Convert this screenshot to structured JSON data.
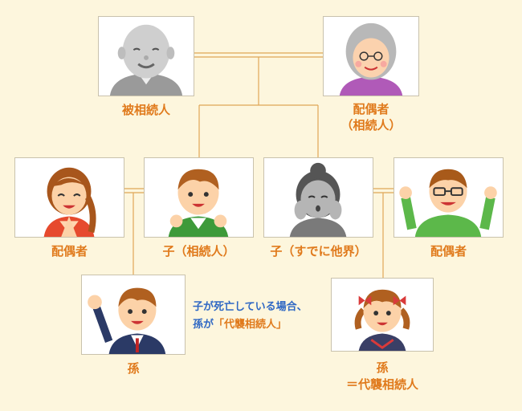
{
  "people": {
    "grandfather": {
      "label": "被相続人"
    },
    "grandmother": {
      "label_line1": "配偶者",
      "label_line2": "（相続人）"
    },
    "spouse_left": {
      "label": "配偶者"
    },
    "child_heir": {
      "label": "子（相続人）"
    },
    "child_deceased": {
      "label": "子（すでに他界）"
    },
    "spouse_right": {
      "label": "配偶者"
    },
    "grandchild_left": {
      "label": "孫"
    },
    "grandchild_right": {
      "label_line1": "孫",
      "label_line2": "＝代襲相続人"
    }
  },
  "note": {
    "line1": "子が死亡している場合、",
    "line2_prefix": "孫が",
    "line2_highlight": "「代襲相続人」"
  },
  "colors": {
    "label": "#e07a1c",
    "note": "#2f68c4",
    "line": "#e0a656",
    "background": "#fdf6dd"
  }
}
